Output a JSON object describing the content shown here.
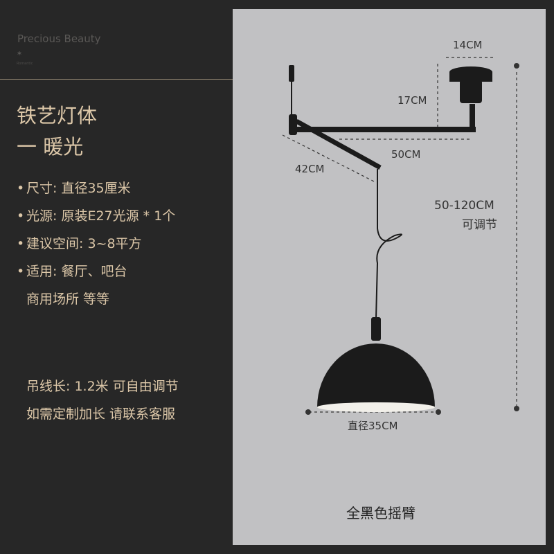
{
  "brand": {
    "name": "Precious Beauty",
    "mark": "*",
    "tagline": "Romantic"
  },
  "title": {
    "line1": "铁艺灯体",
    "line2": "一 暖光"
  },
  "specs": [
    {
      "bullet": "•",
      "text": "尺寸: 直径35厘米"
    },
    {
      "bullet": "•",
      "text": "光源: 原装E27光源 * 1个"
    },
    {
      "bullet": "•",
      "text": "建议空间: 3~8平方"
    },
    {
      "bullet": "•",
      "text": "适用: 餐厅、吧台"
    },
    {
      "bullet": "",
      "text": "商用场所 等等"
    }
  ],
  "note": {
    "line1": "吊线长: 1.2米 可自由调节",
    "line2": "如需定制加长 请联系客服"
  },
  "dimensions": {
    "canopy": "14CM",
    "drop": "17CM",
    "arm": "50CM",
    "swing_arm": "42CM",
    "height": "50-120CM",
    "height_note": "可调节",
    "shade": "直径35CM"
  },
  "caption": "全黑色摇臂",
  "colors": {
    "background": "#272727",
    "panel": "#c1c1c3",
    "text_gold": "#dcc7a8",
    "lamp": "#1b1b1b"
  }
}
